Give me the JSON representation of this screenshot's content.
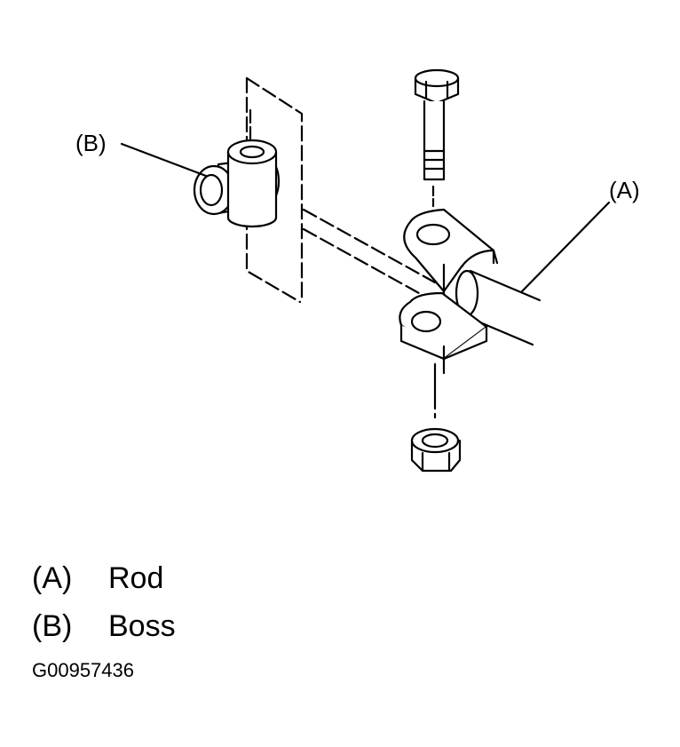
{
  "diagram": {
    "callouts": {
      "a": "(A)",
      "b": "(B)"
    }
  },
  "legend": {
    "items": [
      {
        "key": "(A)",
        "label": "Rod"
      },
      {
        "key": "(B)",
        "label": "Boss"
      }
    ]
  },
  "figure_id": "G00957436"
}
